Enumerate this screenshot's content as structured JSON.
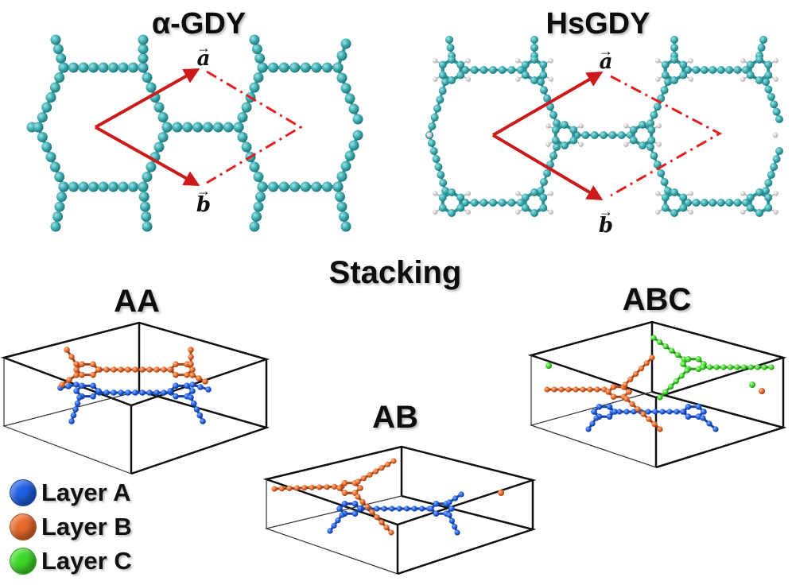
{
  "panels": {
    "alpha_gdy": {
      "title": "α-GDY",
      "vec_a": "a",
      "vec_b": "b"
    },
    "hsgdy": {
      "title": "HsGDY",
      "vec_a": "a",
      "vec_b": "b"
    }
  },
  "stacking": {
    "heading": "Stacking",
    "aa": {
      "label": "AA"
    },
    "ab": {
      "label": "AB"
    },
    "abc": {
      "label": "ABC"
    }
  },
  "legend": [
    {
      "label": "Layer A",
      "color": "#1f5fe0"
    },
    {
      "label": "Layer B",
      "color": "#e8692a"
    },
    {
      "label": "Layer C",
      "color": "#3fd82a"
    }
  ],
  "colors": {
    "atom": "#3aa9ad",
    "hydrogen": "#e6e6e6",
    "vector": "#cc1a1a",
    "cell": "#e02020",
    "box": "#111111"
  }
}
